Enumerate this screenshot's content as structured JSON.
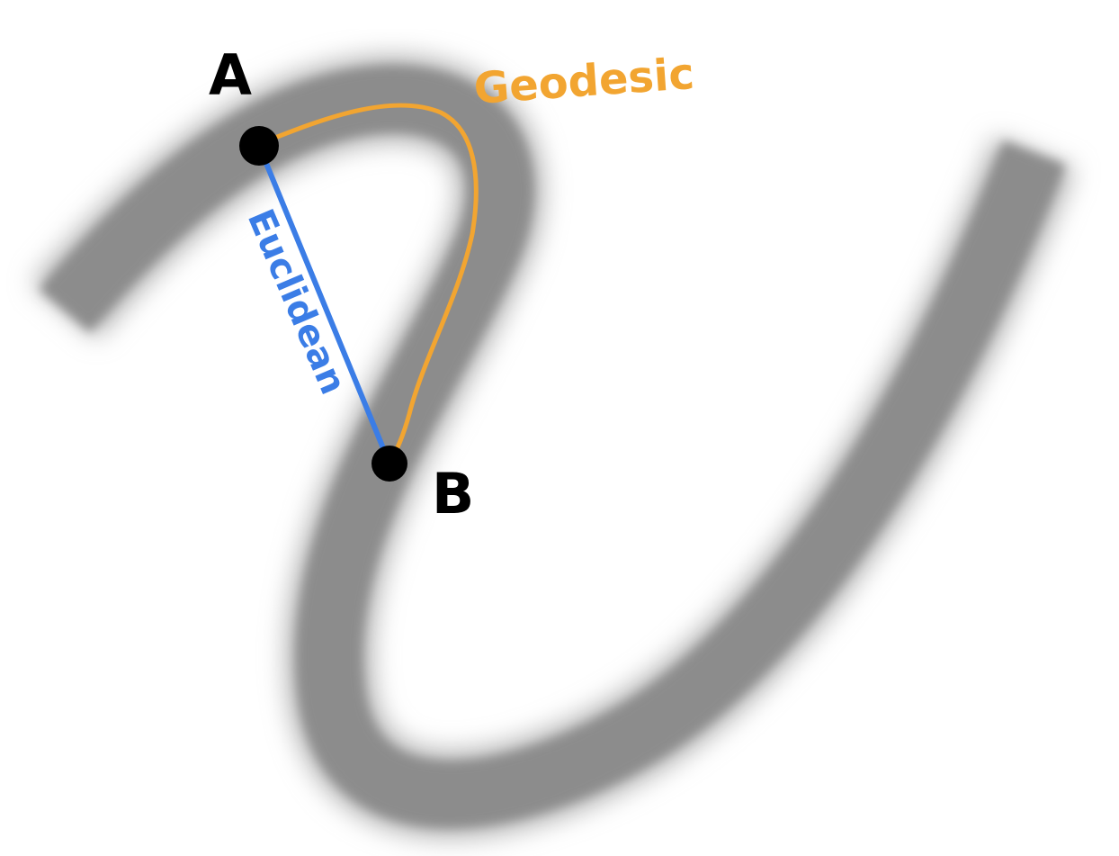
{
  "diagram": {
    "manifold_color": "#8c8c8c",
    "points": {
      "a": {
        "label": "A"
      },
      "b": {
        "label": "B"
      }
    },
    "paths": {
      "geodesic": {
        "label": "Geodesic",
        "color": "#f2a531"
      },
      "euclidean": {
        "label": "Euclidean",
        "color": "#3b7de6"
      }
    },
    "point_color": "#000000"
  }
}
